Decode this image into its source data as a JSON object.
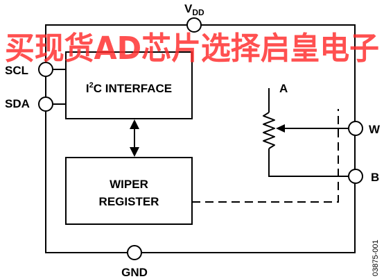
{
  "diagram": {
    "pins": {
      "vdd_main": "V",
      "vdd_sub": "DD",
      "scl": "SCL",
      "sda": "SDA",
      "w": "W",
      "b": "B",
      "gnd": "GND",
      "a": "A"
    },
    "blocks": {
      "i2c_prefix": "I",
      "i2c_sup": "2",
      "i2c_rest": "C INTERFACE",
      "wiper_line1": "WIPER",
      "wiper_line2": "REGISTER"
    },
    "figure_id": "03875-001",
    "watermark": "买现货AD芯片选择启皇电子"
  }
}
